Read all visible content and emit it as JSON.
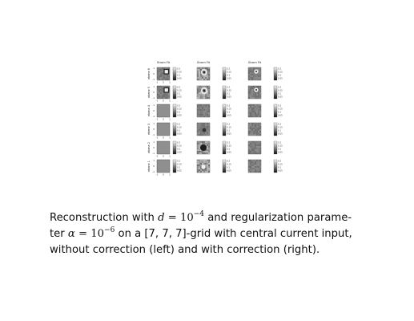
{
  "figure": {
    "column_titles": [
      "Strom Fit",
      "Strom Fit",
      "Strom Fit"
    ],
    "row_labels": [
      "ebene 6",
      "ebene 5",
      "ebene 4",
      "ebene 3",
      "ebene 2",
      "ebene 1"
    ],
    "x_ticks": [
      "-1",
      "0",
      "1"
    ],
    "y_ticks": [
      "1",
      "0",
      "-1"
    ],
    "colorbar_ticks": [
      "0.2",
      "0.15",
      "0.1",
      "0.05"
    ],
    "colors": {
      "panel_gray": "#8c8c8c",
      "dark": "#222222",
      "light": "#f0f0f0"
    }
  },
  "caption": {
    "line1_a": "Reconstruction with ",
    "d_var": "d",
    "eq1": " = 10",
    "exp1": "−4",
    "line1_b": " and regularization parame-",
    "line2_a": "ter ",
    "alpha_var": "α",
    "eq2": " = 10",
    "exp2": "−6",
    "line2_b": " on a [7, 7, 7]-grid with central current input,",
    "line3": "without correction (left) and with correction (right)."
  }
}
